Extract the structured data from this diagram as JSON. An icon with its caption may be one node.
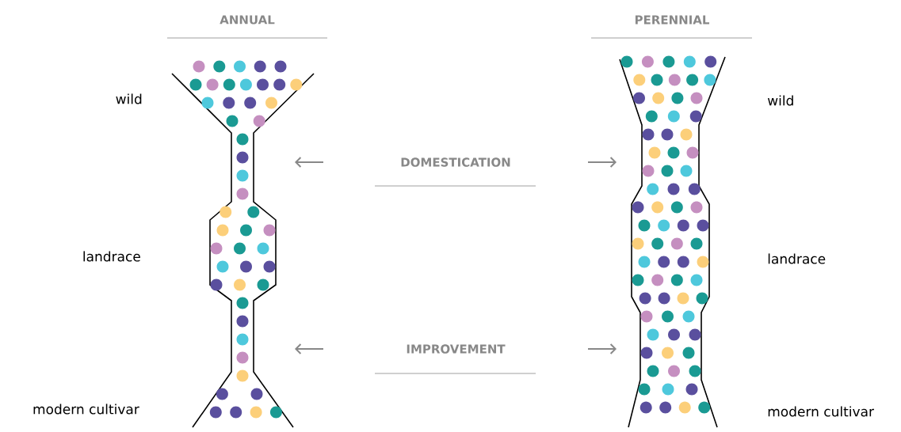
{
  "diagram": {
    "labels": [
      "ANNUAL",
      "PERENNIAL",
      "wild",
      "wild",
      "DOMESTICATION",
      "landrace",
      "landrace",
      "IMPROVEMENT",
      "modern cultivar",
      "modern cultivar"
    ]
  }
}
